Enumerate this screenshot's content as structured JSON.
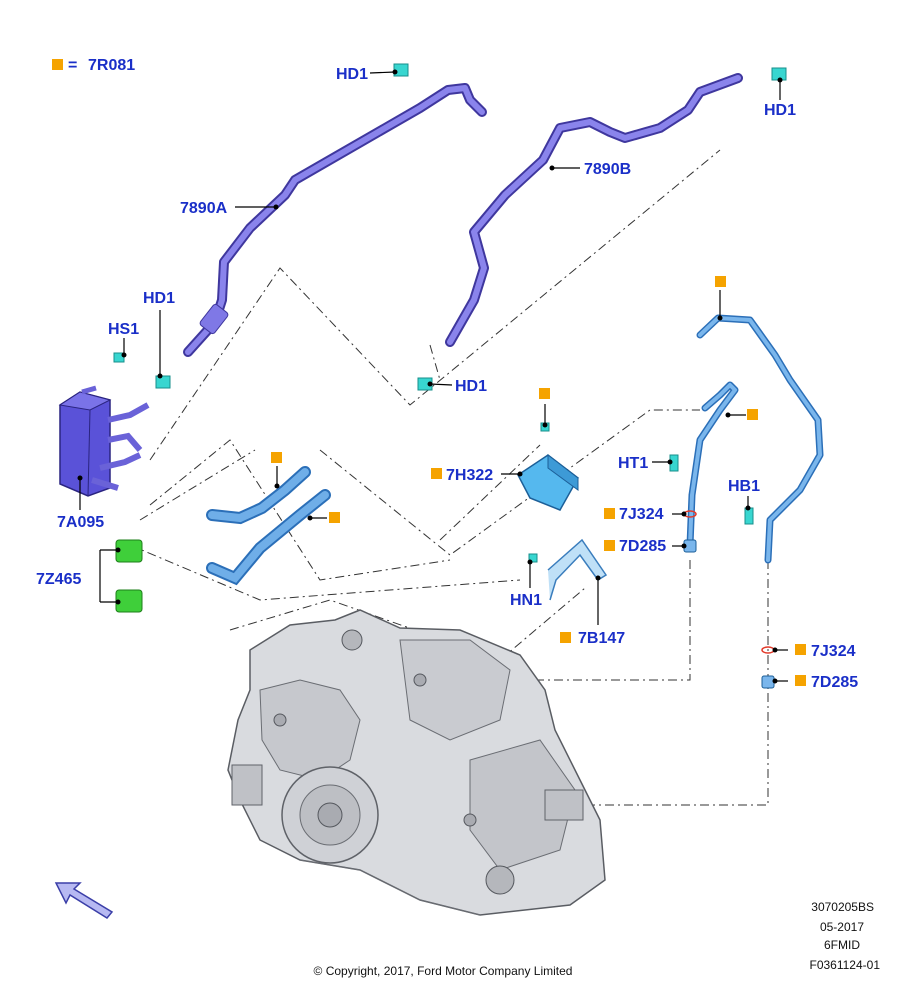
{
  "legend": {
    "marker_color": "#f5a300",
    "equals": "=",
    "code": "7R081"
  },
  "labels": {
    "hd1_top_left": "HD1",
    "hd1_top_right": "HD1",
    "hd1_mid": "HD1",
    "hd1_left": "HD1",
    "hs1": "HS1",
    "tube_7890a": "7890A",
    "tube_7890b": "7890B",
    "cooler_7a095": "7A095",
    "clip_7z465": "7Z465",
    "bracket_7h322": "7H322",
    "ht1": "HT1",
    "hb1": "HB1",
    "hn1": "HN1",
    "bracket_7b147": "7B147",
    "seal_7j324_a": "7J324",
    "seal_7j324_b": "7J324",
    "fitting_7d285_a": "7D285",
    "fitting_7d285_b": "7D285"
  },
  "metadata": {
    "line1": "3070205BS",
    "line2": "05-2017",
    "line3": "6FMID",
    "line4": "F0361124-01"
  },
  "copyright": "© Copyright, 2017, Ford Motor Company Limited",
  "colors": {
    "label_blue": "#1a2fc8",
    "hose_purple": "#6a62d8",
    "hose_light_blue": "#5b9be0",
    "clip_cyan": "#38d6d0",
    "clip_green": "#3fcf3a",
    "cooler_purple": "#5a52d8",
    "seal_red": "#e23b2b"
  },
  "icons": {
    "direction_arrow": "arrow-icon"
  }
}
